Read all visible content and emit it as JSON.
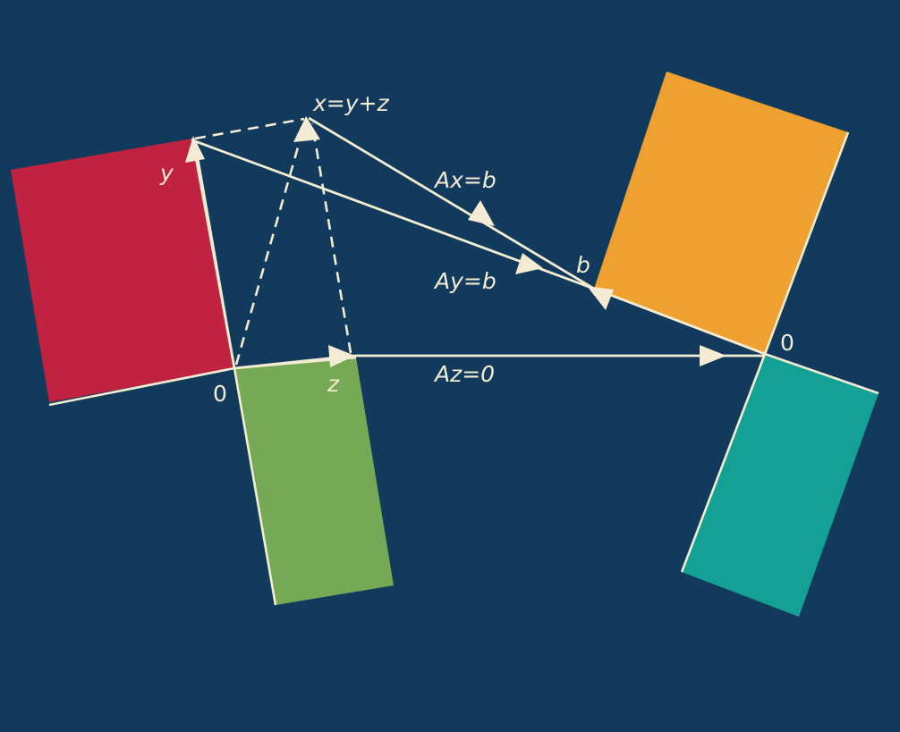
{
  "colors": {
    "background": "#123a5c",
    "row_space": "#c1223f",
    "nullspace": "#76a955",
    "column_space": "#eea12e",
    "left_nullspace": "#13a195",
    "ink": "#f3ecd2"
  },
  "labels": {
    "x_sum": "x=y+z",
    "y": "y",
    "z": "z",
    "b": "b",
    "origin_left": "0",
    "origin_right": "0",
    "eq_ax": "Ax=b",
    "eq_ay": "Ay=b",
    "eq_az": "Az=0"
  }
}
